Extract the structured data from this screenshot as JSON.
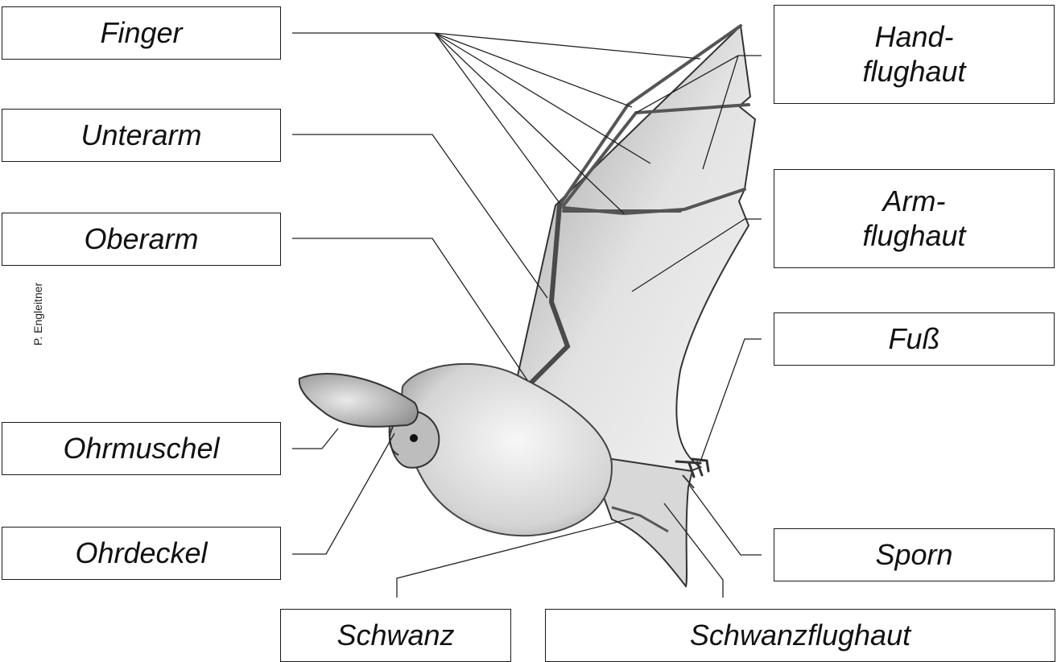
{
  "labels": {
    "finger": "Finger",
    "unterarm": "Unterarm",
    "oberarm": "Oberarm",
    "ohrmuschel": "Ohrmuschel",
    "ohrdeckel": "Ohrdeckel",
    "handflughaut_1": "Hand-",
    "handflughaut_2": "flughaut",
    "armflughaut_1": "Arm-",
    "armflughaut_2": "flughaut",
    "fuss": "Fuß",
    "sporn": "Sporn",
    "schwanz": "Schwanz",
    "schwanzflughaut": "Schwanzflughaut"
  },
  "credit": "P. Engleitner"
}
